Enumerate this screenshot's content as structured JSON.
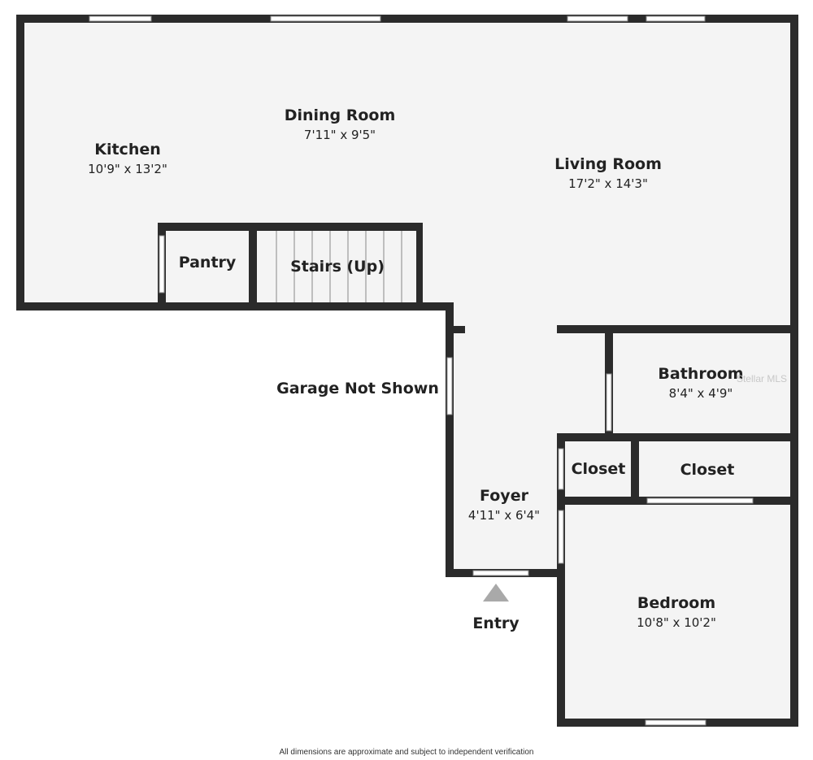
{
  "colors": {
    "wall": "#2b2b2b",
    "floor": "#f4f4f4",
    "window": "#ffffff",
    "entry_arrow": "#a9a9a9"
  },
  "rooms": {
    "kitchen": {
      "name": "Kitchen",
      "dims": "10'9\" x 13'2\""
    },
    "dining": {
      "name": "Dining Room",
      "dims": "7'11\" x 9'5\""
    },
    "living": {
      "name": "Living Room",
      "dims": "17'2\" x 14'3\""
    },
    "pantry": {
      "name": "Pantry"
    },
    "stairs": {
      "name": "Stairs (Up)"
    },
    "bathroom": {
      "name": "Bathroom",
      "dims": "8'4\" x 4'9\""
    },
    "closet_left": {
      "name": "Closet"
    },
    "closet_right": {
      "name": "Closet"
    },
    "foyer": {
      "name": "Foyer",
      "dims": "4'11\" x 6'4\""
    },
    "bedroom": {
      "name": "Bedroom",
      "dims": "10'8\" x 10'2\""
    }
  },
  "garage_note": "Garage Not Shown",
  "entry_label": "Entry",
  "watermark": "Stellar MLS",
  "disclaimer": "All dimensions are approximate and subject to independent verification"
}
